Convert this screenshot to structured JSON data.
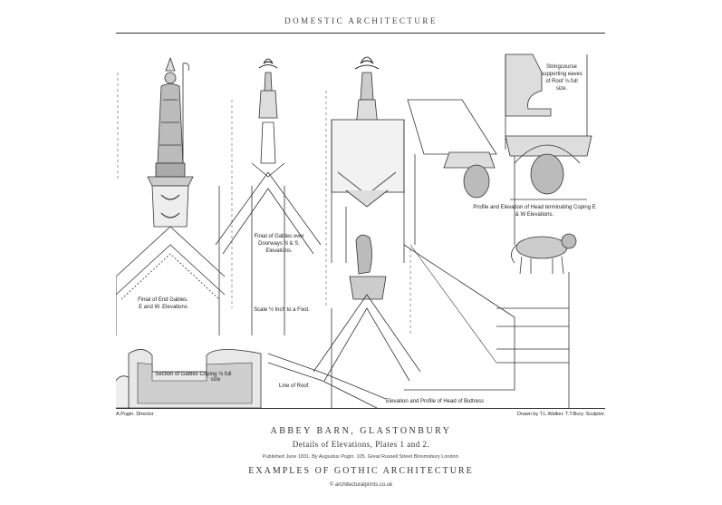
{
  "header": {
    "title": "DOMESTIC ARCHITECTURE"
  },
  "credits": {
    "left": "A.Pugin. Director",
    "right": "Drawn by T.L.Walker. T.T.Bury. Sculptor."
  },
  "footer": {
    "title": "ABBEY BARN, GLASTONBURY",
    "subtitle": "Details of Elevations, Plates 1 and 2.",
    "published": "Published June 1831. By Augustus Pugin. 105. Great Russell Street Bloomsbury London.",
    "series": "EXAMPLES OF GOTHIC ARCHITECTURE",
    "copyright": "© architecturalprints.co.uk"
  },
  "annotations": {
    "finial_end": "Finial of End Gables. E and W. Elevations",
    "finial_gables": "Finial of Gables over Doorways N & S. Elevations.",
    "scale": "Scale ½ Inch to a Foot.",
    "section_gables": "Section of Gables",
    "coping": "Coping ⅛ full size",
    "line_of_roof": "Line of Roof.",
    "stringcourse": "Stringcourse supporting eaves of Roof ⅛ full size.",
    "profile_head": "Profile and Elevation of Head terminating Coping E & W Elevations.",
    "elevation_buttress": "Elevation and Profile of Head of Buttress"
  }
}
